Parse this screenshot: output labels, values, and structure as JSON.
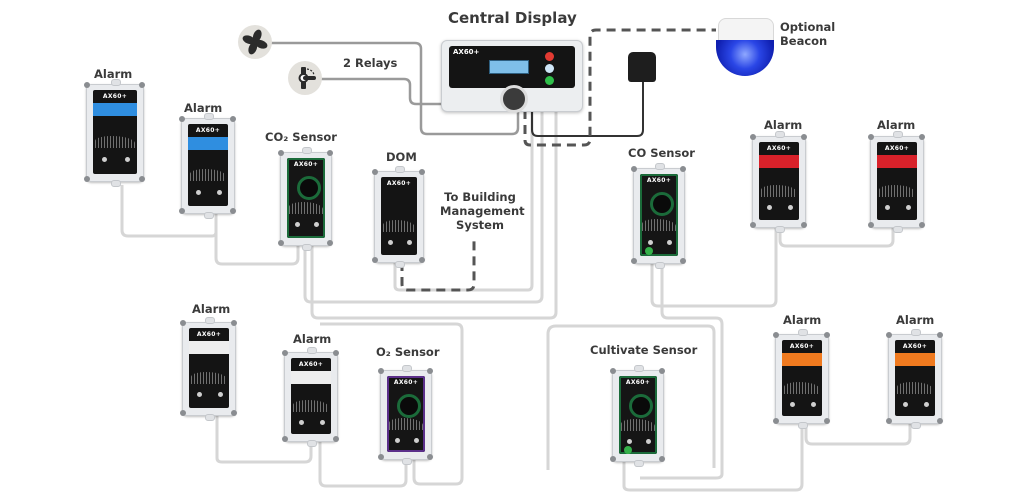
{
  "diagram": {
    "title": "Central Display",
    "labels": {
      "central_display": "Central Display",
      "optional_beacon_line1": "Optional",
      "optional_beacon_line2": "Beacon",
      "relays": "2 Relays",
      "co2_sensor": "CO₂ Sensor",
      "dom": "DOM",
      "bms_line1": "To Building",
      "bms_line2": "Management",
      "bms_line3": "System",
      "co_sensor": "CO Sensor",
      "o2_sensor": "O₂ Sensor",
      "cultivate_sensor": "Cultivate Sensor",
      "alarm": "Alarm"
    },
    "device_brand": "AX60+",
    "colors": {
      "alarm_blue": "#2f8ee0",
      "alarm_red": "#d8212a",
      "alarm_white": "#eeeeee",
      "alarm_orange": "#f07a1f",
      "sensor_green": "#1b6b3a",
      "sensor_purple": "#5b2f8a",
      "wire": "#cfcfcf",
      "relay_wire": "#9a9a9a",
      "dashed_wire": "#555555",
      "beacon_blue": "#2a46e6"
    },
    "icons": [
      "fan-icon",
      "damper-valve-icon",
      "power-plug-icon",
      "beacon-icon"
    ]
  }
}
